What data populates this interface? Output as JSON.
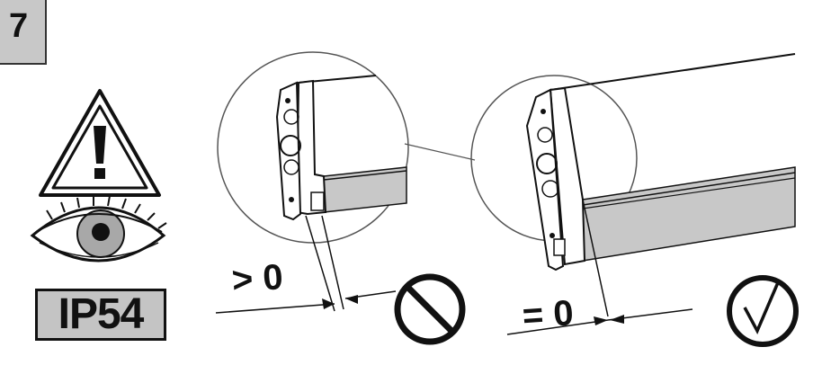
{
  "step": {
    "number": "7"
  },
  "protection_rating": {
    "label": "IP54"
  },
  "gap_examples": {
    "wrong": {
      "label": "> 0",
      "verdict_icon": "prohibited-icon"
    },
    "correct": {
      "label": "= 0",
      "verdict_icon": "checkmark-icon"
    }
  },
  "icons": {
    "warning": "warning-triangle-icon",
    "eye": "eye-icon"
  },
  "colors": {
    "step_box": "#c8c8c8",
    "ip_box": "#c4c4c4",
    "bar_face": "#c8c8c8",
    "line": "#111111"
  }
}
